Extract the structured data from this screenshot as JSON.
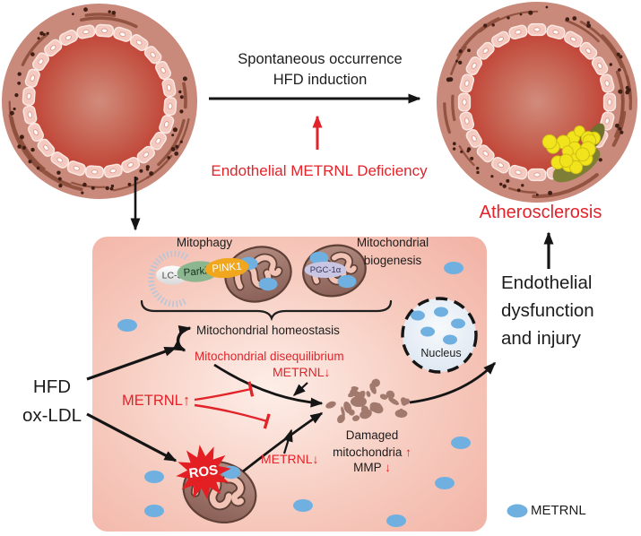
{
  "top": {
    "caption_line1": "Spontaneous occurrence",
    "caption_line2": "HFD induction",
    "deficiency_label": "Endothelial METRNL Deficiency",
    "atherosclerosis_label": "Atherosclerosis"
  },
  "left_inputs": {
    "line1": "HFD",
    "line2": "ox-LDL"
  },
  "cell": {
    "mitophagy_label": "Mitophagy",
    "biogenesis_line1": "Mitochondrial",
    "biogenesis_line2": "biogenesis",
    "lc3_label": "LC-3",
    "parkin_label": "Parkin",
    "pink1_label": "PINK1",
    "pgc1a_label": "PGC-1α",
    "homeostasis_label": "Mitochondrial homeostasis",
    "disequilibrium_label": "Mitochondrial disequilibrium",
    "metrnl_down_disequilibrium": "METRNL↓",
    "metrnl_up": "METRNL↑",
    "metrnl_down_ros": "METRNL↓",
    "ros_label": "ROS",
    "nucleus_label": "Nucleus",
    "damaged_line1": "Damaged",
    "damaged_line2": "mitochondria",
    "damaged_arrow": "↑",
    "mmp_label": "MMP",
    "mmp_arrow": "↓"
  },
  "right": {
    "dysfunction_line1": "Endothelial",
    "dysfunction_line2": "dysfunction",
    "dysfunction_line3": "and injury"
  },
  "legend": {
    "metrnl_label": "METRNL"
  },
  "colors": {
    "accent_red": "#e2232a",
    "metrnl_blue": "#6fb0e1",
    "box_pink": "#f2b3a6",
    "vessel_wall": "#c9897b",
    "lumen_red": "#bf392d",
    "plaque_yellow": "#f2e41c",
    "mito_brown": "#9b7167",
    "parkin_green": "#8cb68f",
    "pink1_orange": "#f0a71d",
    "pgc1a_lavender": "#c9c6e3"
  }
}
